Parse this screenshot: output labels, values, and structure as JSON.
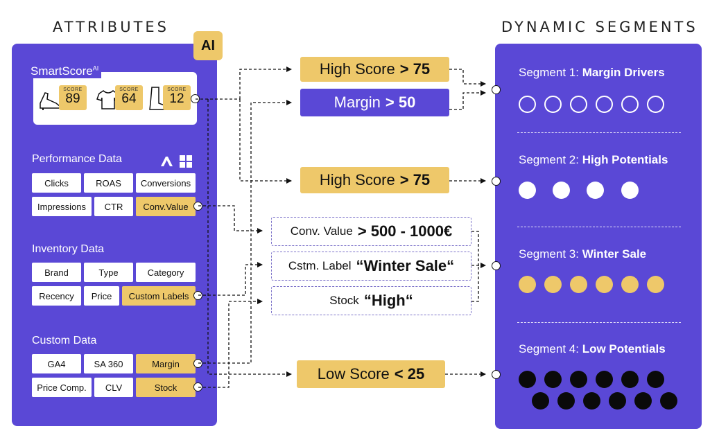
{
  "headings": {
    "left": "ATTRIBUTES",
    "right": "DYNAMIC SEGMENTS"
  },
  "ai_badge": "AI",
  "smartscore": {
    "label": "SmartScore",
    "label_sup": "AI",
    "items": [
      {
        "product": "shoe-icon",
        "score_label": "SCORE",
        "score": "89"
      },
      {
        "product": "shirt-icon",
        "score_label": "SCORE",
        "score": "64"
      },
      {
        "product": "boot-icon",
        "score_label": "SCORE",
        "score": "12"
      }
    ]
  },
  "performance": {
    "label": "Performance Data",
    "logos": [
      "google-ads-icon",
      "microsoft-icon"
    ],
    "chips": [
      "Clicks",
      "ROAS",
      "Conversions",
      "Impressions",
      "CTR",
      "Conv.Value"
    ]
  },
  "inventory": {
    "label": "Inventory Data",
    "chips": [
      "Brand",
      "Type",
      "Category",
      "Recency",
      "Price",
      "Custom Labels"
    ]
  },
  "custom": {
    "label": "Custom Data",
    "chips": [
      "GA4",
      "SA 360",
      "Margin",
      "Price Comp.",
      "CLV",
      "Stock"
    ]
  },
  "rules": {
    "r1": {
      "label": "High Score",
      "value": "> 75"
    },
    "r2": {
      "label": "Margin",
      "value": "> 50"
    },
    "r3": {
      "label": "High Score",
      "value": "> 75"
    },
    "r4": {
      "label": "Conv. Value",
      "value": "> 500 - 1000€"
    },
    "r5": {
      "label": "Cstm. Label",
      "value": "“Winter Sale“"
    },
    "r6": {
      "label": "Stock",
      "value": "“High“"
    },
    "r7": {
      "label": "Low Score",
      "value": "< 25"
    }
  },
  "segments": [
    {
      "prefix": "Segment 1:",
      "name": "Margin Drivers"
    },
    {
      "prefix": "Segment 2:",
      "name": "High Potentials"
    },
    {
      "prefix": "Segment 3:",
      "name": "Winter Sale"
    },
    {
      "prefix": "Segment 4:",
      "name": "Low Potentials"
    }
  ],
  "colors": {
    "panel": "#5a48d6",
    "accent": "#eec86a",
    "chip": "#ffffff",
    "dark": "#0a0a0a"
  }
}
